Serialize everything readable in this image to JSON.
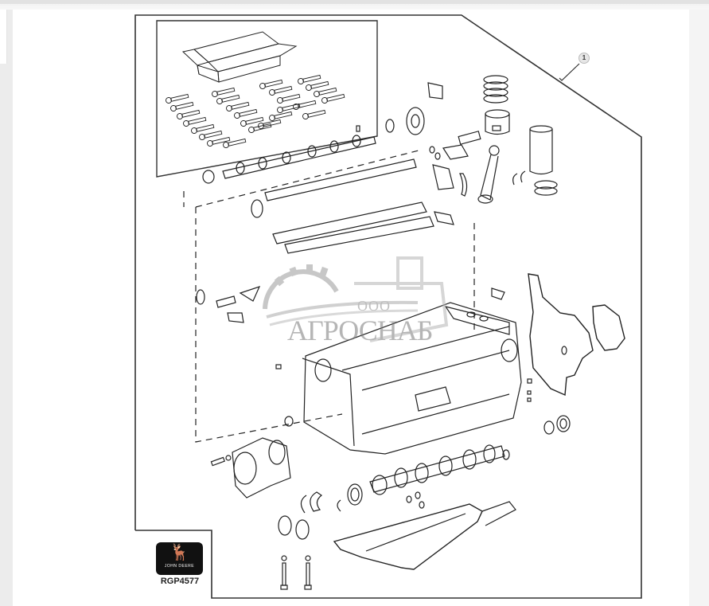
{
  "page": {
    "background": "#ececec",
    "content_background": "#ffffff"
  },
  "diagram": {
    "title_figure_id": "RGP4577",
    "brand_logo_text": "JOHN DEERE",
    "brand_logo_icon": "leaping-deer-icon",
    "callouts": [
      {
        "number": "1"
      }
    ],
    "line_color": "#222222",
    "parts_depicted": [
      "cardboard-box",
      "cylinder-head-bolts",
      "camshaft",
      "camshaft-bushing",
      "camshaft-gear",
      "piston-rings",
      "piston",
      "piston-pin",
      "connecting-rod",
      "connecting-rod-bearings",
      "cylinder-liner",
      "liner-o-rings",
      "rocker-cover-gasket",
      "cylinder-head-gasket",
      "thermostat-gasket",
      "engine-block",
      "timing-gear-cover-gasket",
      "front-cover-gasket",
      "rear-seal-housing",
      "crankshaft",
      "main-bearings",
      "thrust-washers",
      "crankshaft-gear",
      "oil-pan-gasket",
      "main-bearing-caps-bolts",
      "front-crankshaft-seal"
    ]
  },
  "watermark": {
    "prefix": "ООО",
    "name": "АГРОСНАБ",
    "icons": [
      "gear-icon",
      "combine-harvester-icon"
    ]
  }
}
